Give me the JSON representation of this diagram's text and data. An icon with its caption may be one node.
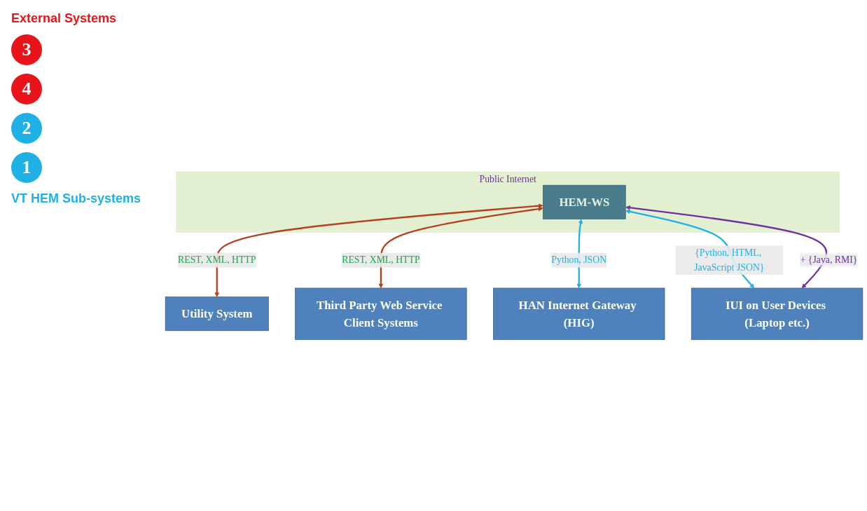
{
  "diagram": {
    "nodes": [
      {
        "text": [
          "Public Internet"
        ]
      },
      {
        "text": [
          "Utility System"
        ]
      },
      {
        "text": [
          "Third Party Web Service Client Systems"
        ]
      },
      {
        "text": [
          "HEM-WS"
        ],
        "in": 0
      },
      {
        "text": [
          "HAN Internet Gateway (HIG)"
        ]
      },
      {
        "text": [
          "IUI on User Devices (Laptop etc.)"
        ]
      }
    ],
    "edges": [
      {
        "from": 3,
        "to": 1,
        "arrow": "both",
        "label": "REST, XML, HTTP"
      },
      {
        "from": 3,
        "to": 2,
        "arrow": "both",
        "label": "REST, XML, HTTP"
      },
      {
        "from": 3,
        "to": 4,
        "arrow": "both",
        "label": "Python, JSON",
        "color": "#1fb1e6"
      },
      {
        "from": 3,
        "to": 5,
        "arrow": "both",
        "label": "{Python, HTML, JavaScript JSON}",
        "color": "#1fb1e6"
      },
      {
        "from": 3,
        "to": 5,
        "arrow": "both",
        "label": "+ {Java, RMI}",
        "color": "#7030a0"
      }
    ],
    "labels": [
      "External Systems",
      "3",
      "4",
      "2",
      "1",
      "VT HEM Sub-systems"
    ]
  }
}
